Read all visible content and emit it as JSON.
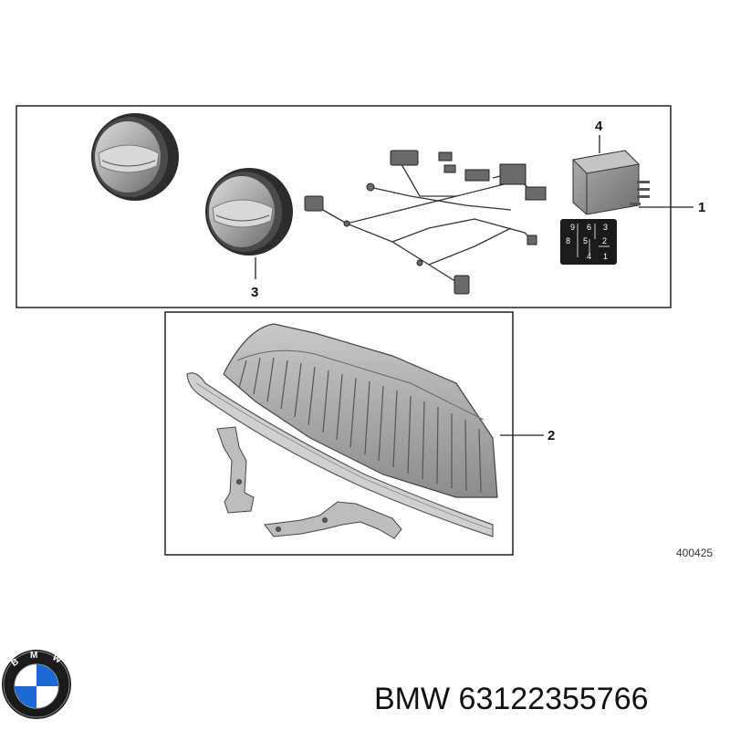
{
  "diagram": {
    "callouts": {
      "c1": "1",
      "c2": "2",
      "c3": "3",
      "c4": "4"
    },
    "relay_pins": [
      "9",
      "6",
      "3",
      "8",
      "5",
      "2",
      "4",
      "1"
    ],
    "reference_number": "400425"
  },
  "brand": {
    "logo_lettering": "BMW",
    "part_label": "BMW 63122355766"
  },
  "colors": {
    "line": "#222222",
    "part_gray": "#9a9a9a",
    "part_dark": "#3a3a3a",
    "relay_black": "#1a1a1a",
    "bmw_blue": "#1c69d4"
  }
}
